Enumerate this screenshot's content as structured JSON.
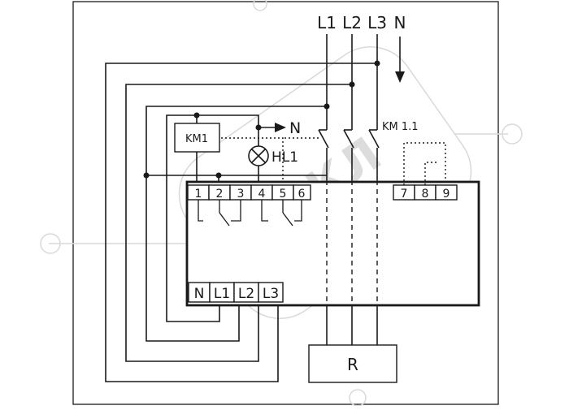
{
  "supply": {
    "l1": "L1",
    "l2": "L2",
    "l3": "L3",
    "n": "N"
  },
  "neutral_arrow_label": "N",
  "coil_label": "KM1",
  "lamp_label": "HL1",
  "contactor_label": "KM 1.1",
  "load_label": "R",
  "top_terminals": [
    "1",
    "2",
    "3",
    "4",
    "5",
    "6"
  ],
  "right_terminals": [
    "7",
    "8",
    "9"
  ],
  "bottom_terminals": [
    "N",
    "L1",
    "L2",
    "L3"
  ],
  "watermark": "КЕКЛ"
}
